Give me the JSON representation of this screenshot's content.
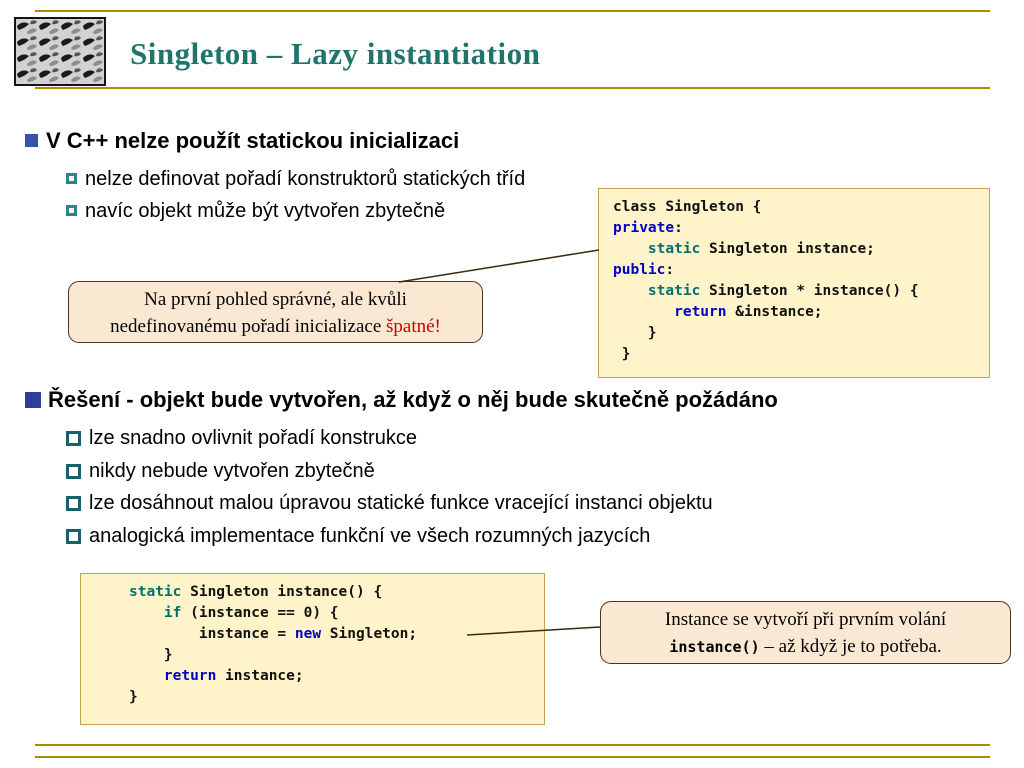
{
  "slide": {
    "title": "Singleton – Lazy instantiation"
  },
  "colors": {
    "accent_rule": "#AC8D00",
    "title_teal": "#1E756B",
    "code_box_bg": "#FEF3C9",
    "code_box_border": "#C8A24A",
    "callout_bg": "#FBE8D2",
    "callout_border": "#4D3319",
    "keyword_blue": "#0000C8",
    "keyword_teal": "#006F6F",
    "error_red": "#CC0000"
  },
  "section1": {
    "heading": "V C++ nelze použít statickou inicializaci",
    "items": [
      "nelze definovat pořadí konstruktorů statických tříd",
      "navíc objekt může být vytvořen zbytečně"
    ]
  },
  "callout1": {
    "line1": "Na první pohled správné, ale kvůli",
    "line2_text": "nedefinovanému pořadí inicializace ",
    "line2_highlight": "špatné!"
  },
  "code_class_singleton": {
    "lines": [
      [
        {
          "t": "class Singleton {",
          "s": "plain"
        }
      ],
      [
        {
          "t": "private",
          "s": "kw1"
        },
        {
          "t": ":",
          "s": "plain"
        }
      ],
      [
        {
          "t": "    ",
          "s": "plain"
        },
        {
          "t": "static",
          "s": "kw2"
        },
        {
          "t": " Singleton instance;",
          "s": "plain"
        }
      ],
      [
        {
          "t": "public",
          "s": "kw1"
        },
        {
          "t": ":",
          "s": "plain"
        }
      ],
      [
        {
          "t": "    ",
          "s": "plain"
        },
        {
          "t": "static",
          "s": "kw2"
        },
        {
          "t": " Singleton * instance() {",
          "s": "plain"
        }
      ],
      [
        {
          "t": "       ",
          "s": "plain"
        },
        {
          "t": "return",
          "s": "kw1"
        },
        {
          "t": " &instance;",
          "s": "plain"
        }
      ],
      [
        {
          "t": "    }",
          "s": "plain"
        }
      ],
      [
        {
          "t": " }",
          "s": "plain"
        }
      ]
    ]
  },
  "section2": {
    "heading": "Řešení - objekt bude vytvořen, až když o něj bude skutečně požádáno",
    "items": [
      "lze snadno ovlivnit pořadí konstrukce",
      "nikdy nebude vytvořen zbytečně",
      "lze dosáhnout malou úpravou statické funkce vracející instanci objektu",
      "analogická implementace funkční ve všech rozumných jazycích"
    ]
  },
  "code_lazy_instance": {
    "lines": [
      [
        {
          "t": "static",
          "s": "kw2"
        },
        {
          "t": " Singleton instance() {",
          "s": "plain"
        }
      ],
      [
        {
          "t": "    ",
          "s": "plain"
        },
        {
          "t": "if",
          "s": "kw2"
        },
        {
          "t": " (instance == 0) {",
          "s": "plain"
        }
      ],
      [
        {
          "t": "        instance = ",
          "s": "plain"
        },
        {
          "t": "new",
          "s": "kw1"
        },
        {
          "t": " Singleton;",
          "s": "plain"
        }
      ],
      [
        {
          "t": "    }",
          "s": "plain"
        }
      ],
      [
        {
          "t": "    ",
          "s": "plain"
        },
        {
          "t": "return",
          "s": "kw1"
        },
        {
          "t": " instance;",
          "s": "plain"
        }
      ],
      [
        {
          "t": "}",
          "s": "plain"
        }
      ]
    ]
  },
  "callout2": {
    "line1": "Instance se vytvoří při prvním volání",
    "line2_code": "instance()",
    "line2_rest": " – až když je to potřeba."
  }
}
